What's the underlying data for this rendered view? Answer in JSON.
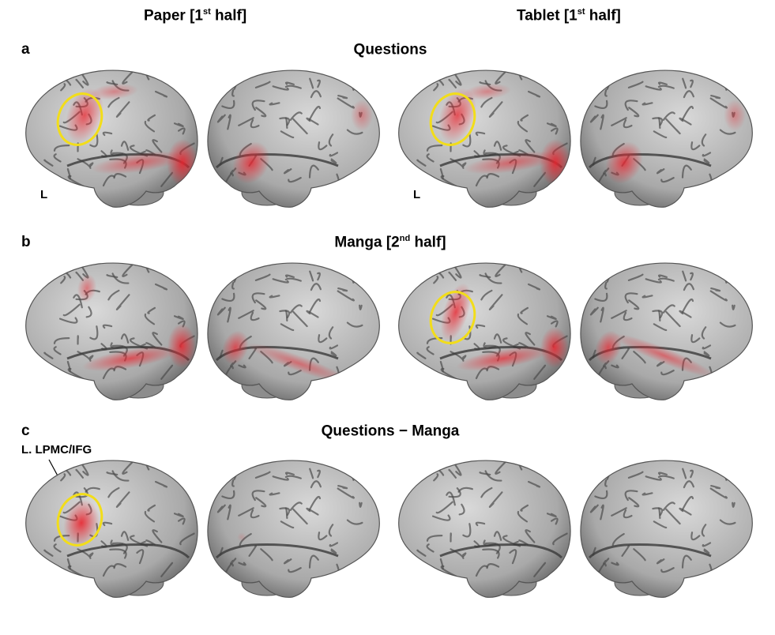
{
  "columns": {
    "left": {
      "prefix": "Paper [1",
      "sup": "st",
      "suffix": " half]"
    },
    "right": {
      "prefix": "Tablet [1",
      "sup": "st",
      "suffix": " half]"
    }
  },
  "rows": [
    {
      "letter": "a",
      "title_prefix": "Questions",
      "title_sup": "",
      "title_suffix": ""
    },
    {
      "letter": "b",
      "title_prefix": "Manga [2",
      "title_sup": "nd",
      "title_suffix": " half]"
    },
    {
      "letter": "c",
      "title_prefix": "Questions − Manga",
      "title_sup": "",
      "title_suffix": ""
    }
  ],
  "hemisphere_label": "L",
  "callout_label": "L. LPMC/IFG",
  "colors": {
    "activation": "#e8242e",
    "roi_circle": "#f2dd1a",
    "brain": "#a9a9a9"
  }
}
